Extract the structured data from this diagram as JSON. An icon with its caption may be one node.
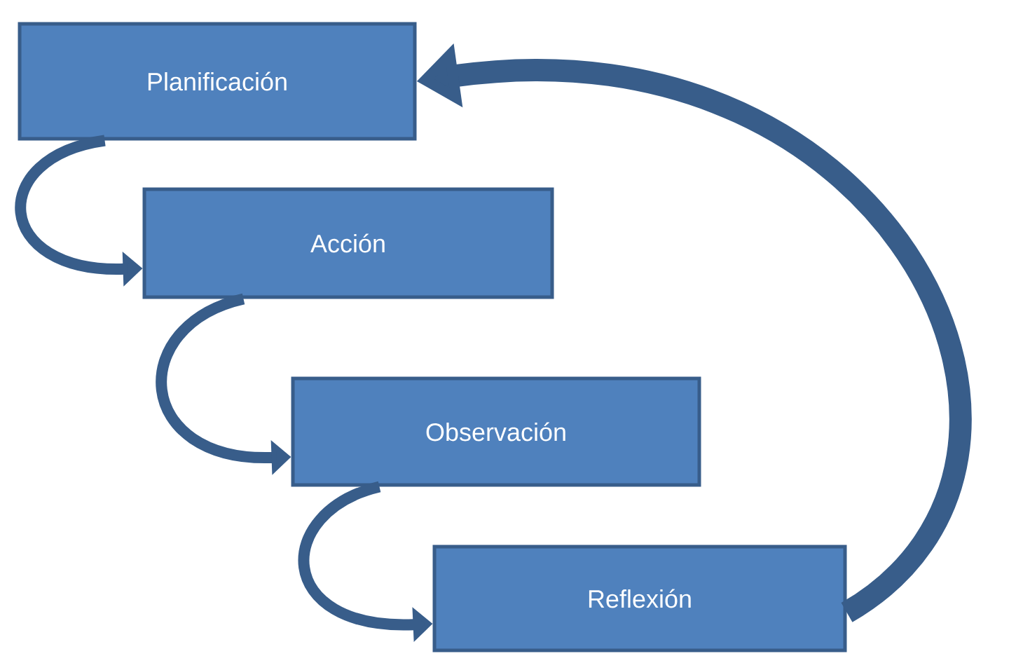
{
  "diagram": {
    "nodes": [
      {
        "text": [
          "Planificación"
        ]
      },
      {
        "text": [
          "Acción"
        ]
      },
      {
        "text": [
          "Observación"
        ]
      },
      {
        "text": [
          "Reflexión"
        ]
      }
    ],
    "edges": [
      {
        "from": 0,
        "to": 1,
        "arrow": "to"
      },
      {
        "from": 1,
        "to": 2,
        "arrow": "to"
      },
      {
        "from": 2,
        "to": 3,
        "arrow": "to"
      },
      {
        "from": 3,
        "to": 0,
        "arrow": "to",
        "style": "thick"
      }
    ]
  }
}
